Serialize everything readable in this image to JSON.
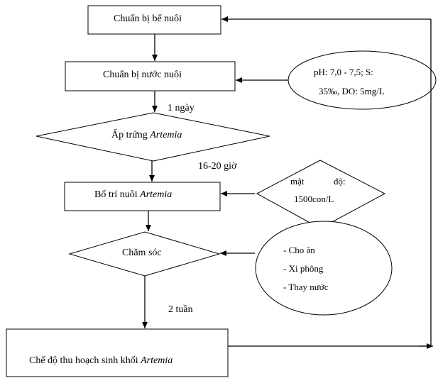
{
  "nodes": {
    "chuan_bi_be": "Chuẩn bị bể nuôi",
    "chuan_bi_nuoc": "Chuẩn bị nước nuôi",
    "ap_trung_prefix": "Ấp trứng ",
    "ap_trung_italic": "Artemia",
    "bo_tri_prefix": "Bố trí nuôi ",
    "bo_tri_italic": "Artemia",
    "cham_soc": "Chăm sóc",
    "thu_hoach_prefix": "Chế độ thu hoạch sinh khối ",
    "thu_hoach_italic": "Artemia"
  },
  "conditions": {
    "water_line1": "pH: 7,0 - 7,5;  S:",
    "water_line2": "35‰, DO: 5mg/L",
    "density_word1": "mật",
    "density_word2": "độ:",
    "density_line2": "1500con/L",
    "care_item1": "- Cho ăn",
    "care_item2": "- Xi phông",
    "care_item3": "- Thay nước"
  },
  "durations": {
    "d1": "1 ngày",
    "d2": "16-20 giờ",
    "d3": "2 tuần"
  }
}
